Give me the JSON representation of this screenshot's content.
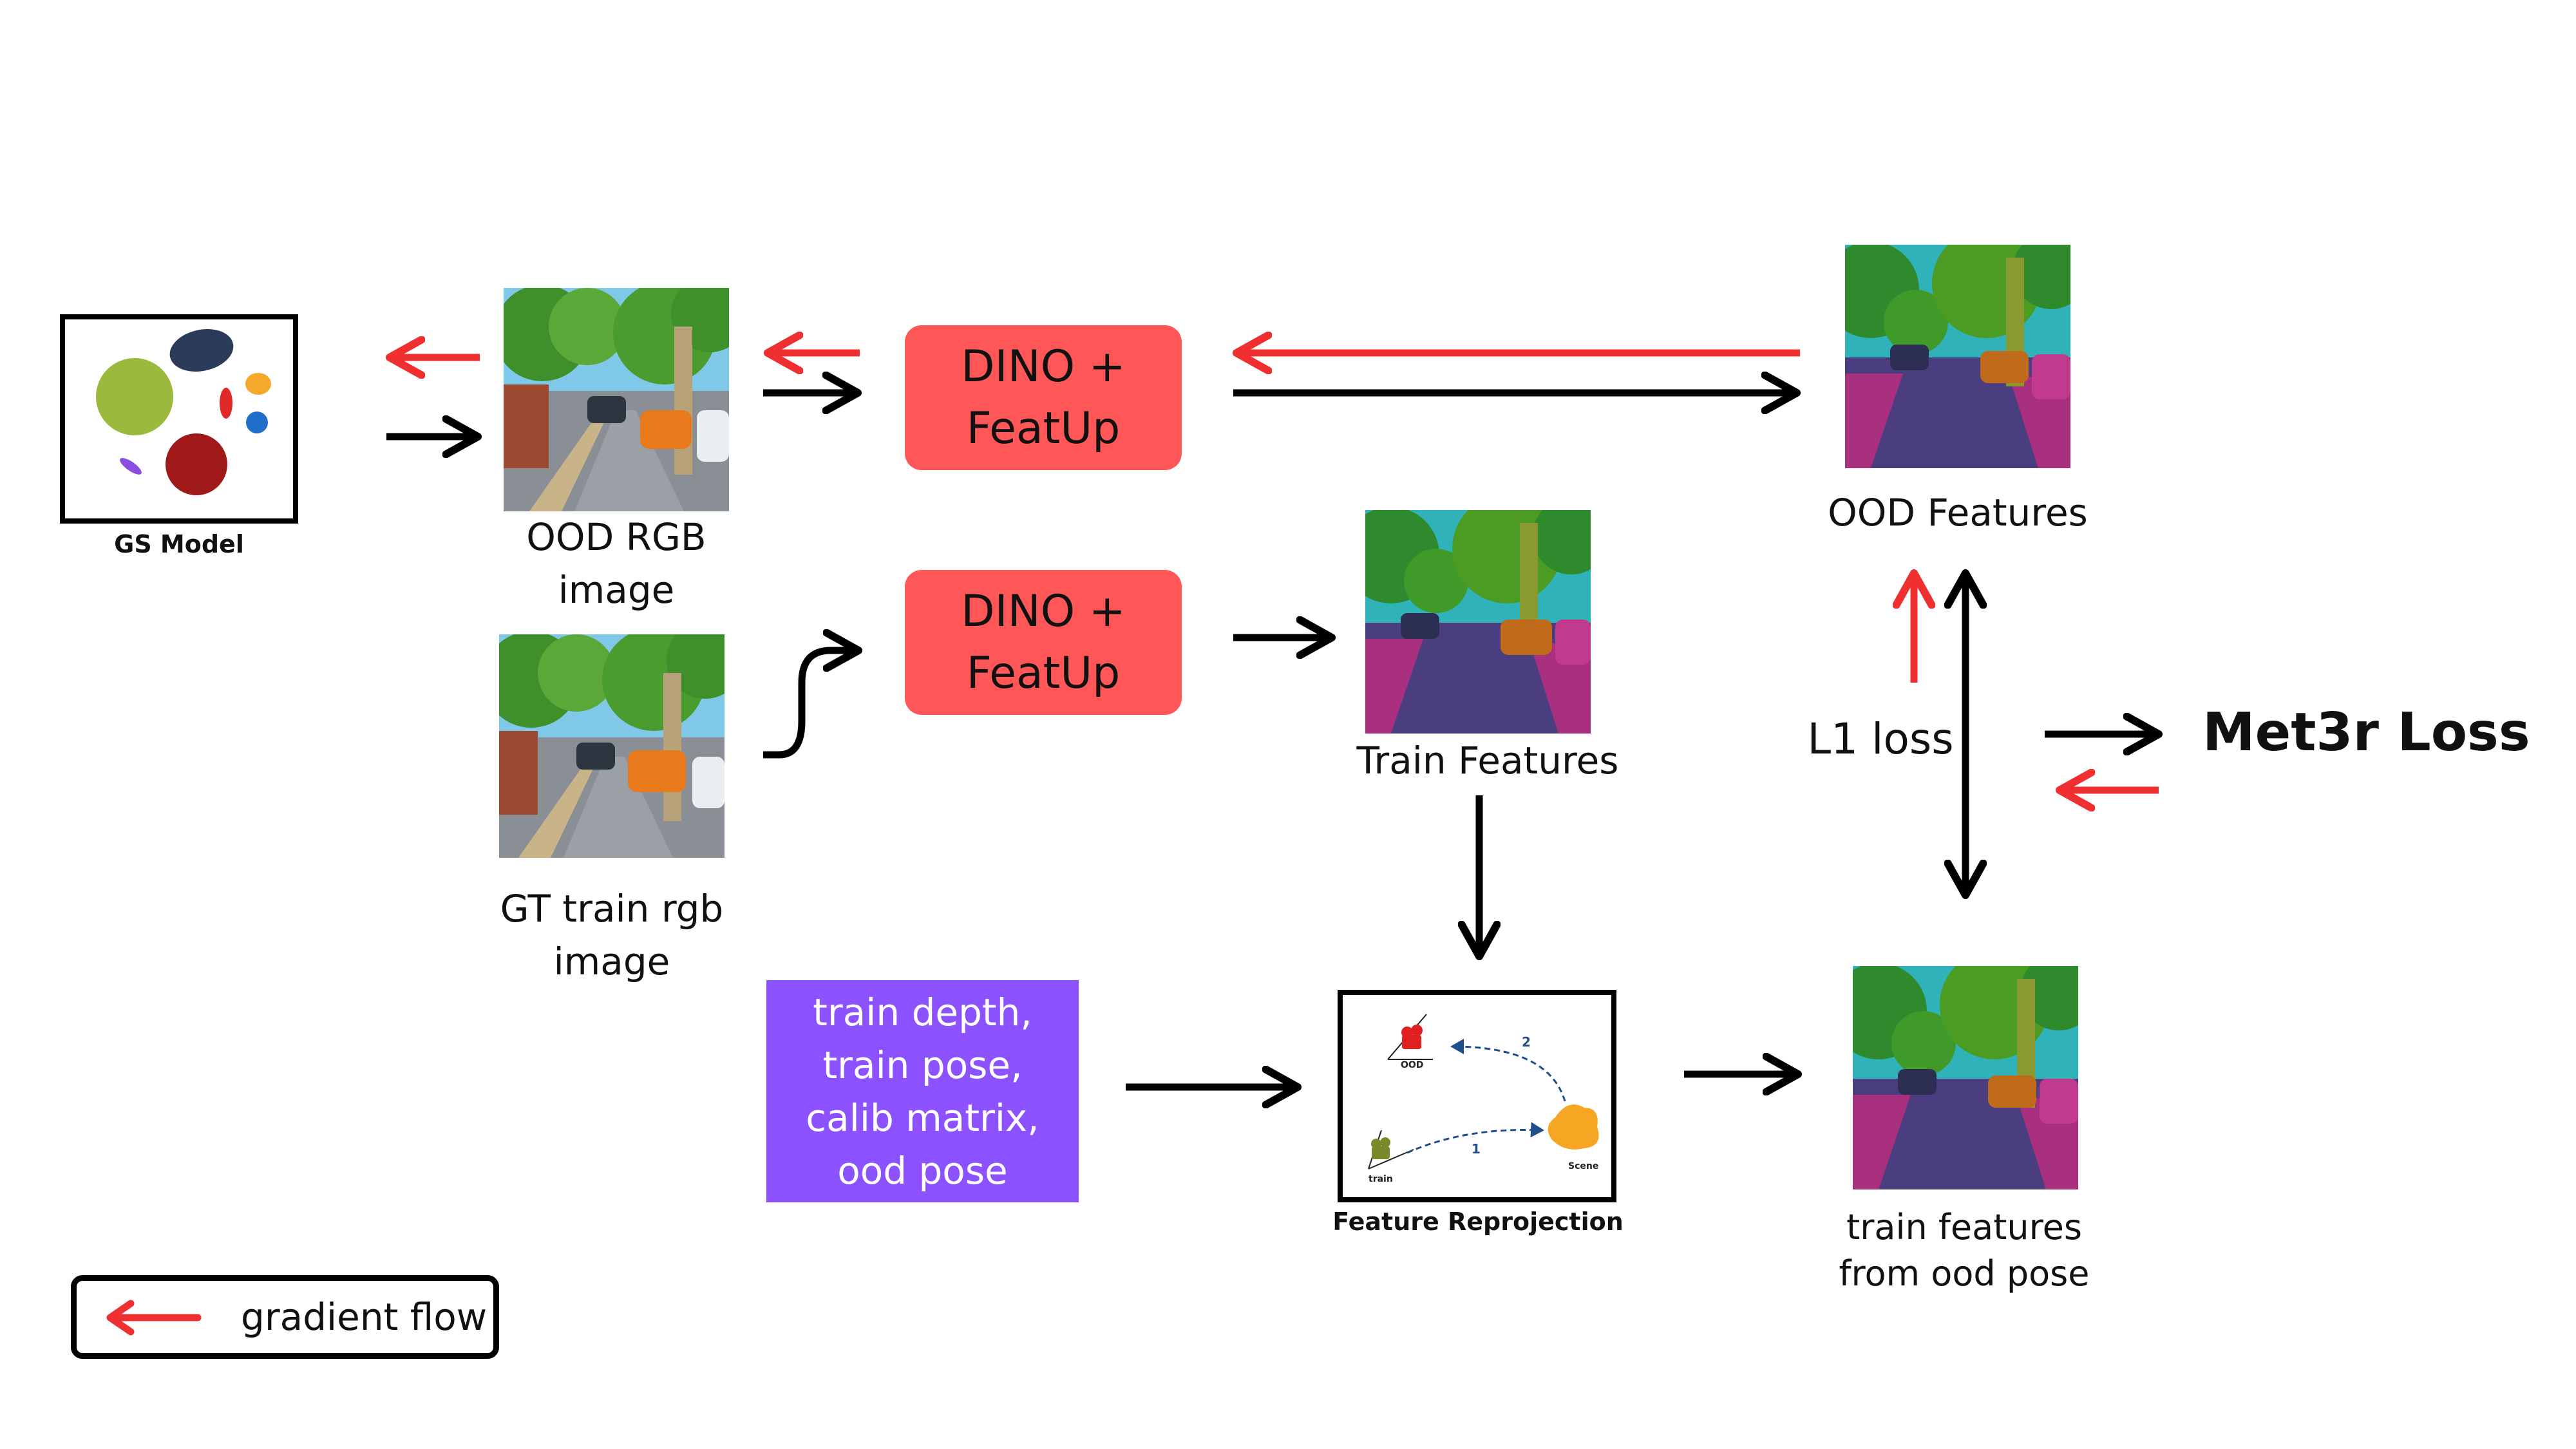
{
  "nodes": {
    "gs_model": "GS Model",
    "ood_rgb": [
      "OOD RGB",
      "image"
    ],
    "gt_train_rgb": [
      "GT train rgb",
      "image"
    ],
    "dino_top": [
      "DINO +",
      "FeatUp"
    ],
    "dino_bottom": [
      "DINO +",
      "FeatUp"
    ],
    "ood_features": "OOD Features",
    "train_features": "Train Features",
    "train_inputs": [
      "train depth,",
      "train pose,",
      "calib matrix,",
      "ood pose"
    ],
    "feature_reprojection": "Feature Reprojection",
    "train_features_ood_pose": [
      "train features",
      "from ood pose"
    ],
    "l1_loss": "L1 loss",
    "met3r_loss": "Met3r Loss"
  },
  "reprojection_diagram": {
    "ood_camera": "OOD",
    "train_camera": "train",
    "scene": "Scene",
    "step_1": "1",
    "step_2": "2"
  },
  "legend": {
    "gradient_flow": "gradient flow"
  },
  "colors": {
    "forward_arrow": "#000000",
    "gradient_arrow": "#f03030",
    "dino_box": "#ff5757",
    "input_box": "#8c52ff"
  }
}
